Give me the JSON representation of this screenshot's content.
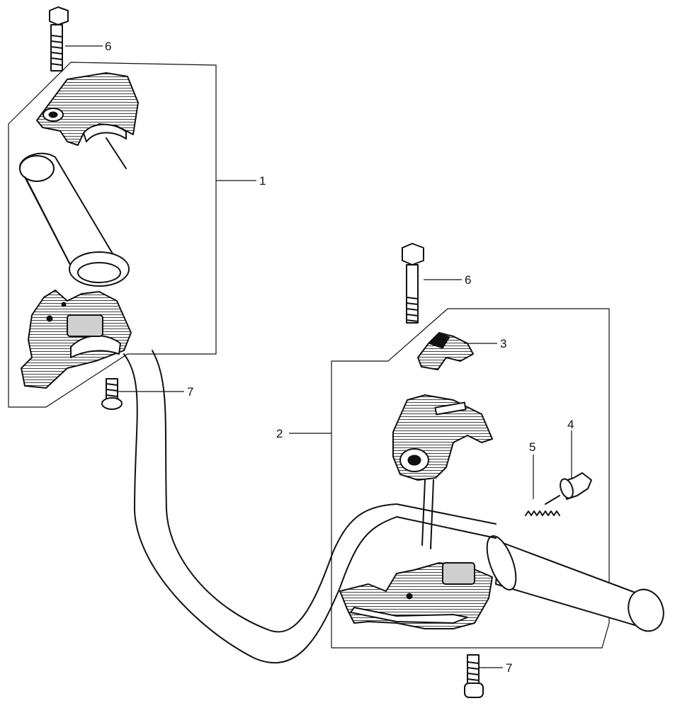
{
  "diagram": {
    "callouts": [
      {
        "id": "c1",
        "text": "1"
      },
      {
        "id": "c2",
        "text": "2"
      },
      {
        "id": "c3",
        "text": "3"
      },
      {
        "id": "c4",
        "text": "4"
      },
      {
        "id": "c5",
        "text": "5"
      },
      {
        "id": "c6a",
        "text": "6"
      },
      {
        "id": "c6b",
        "text": "6"
      },
      {
        "id": "c7a",
        "text": "7"
      },
      {
        "id": "c7b",
        "text": "7"
      }
    ]
  },
  "colors": {
    "ink": "#111111",
    "background": "#ffffff"
  }
}
